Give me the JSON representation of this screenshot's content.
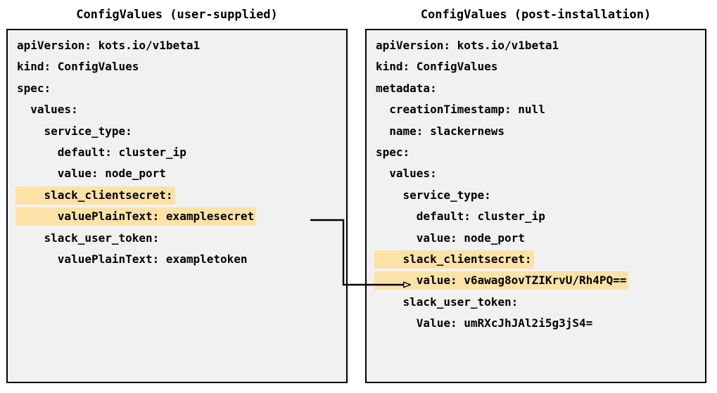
{
  "panels": {
    "left": {
      "title": "ConfigValues (user-supplied)",
      "lines": [
        {
          "text": "apiVersion: kots.io/v1beta1",
          "highlight": false
        },
        {
          "text": "kind: ConfigValues",
          "highlight": false
        },
        {
          "text": "spec:",
          "highlight": false
        },
        {
          "text": "  values:",
          "highlight": false
        },
        {
          "text": "    service_type:",
          "highlight": false
        },
        {
          "text": "      default: cluster_ip",
          "highlight": false
        },
        {
          "text": "      value: node_port",
          "highlight": false
        },
        {
          "text": "    slack_clientsecret:",
          "highlight": true
        },
        {
          "text": "      valuePlainText: examplesecret",
          "highlight": true
        },
        {
          "text": "    slack_user_token:",
          "highlight": false
        },
        {
          "text": "      valuePlainText: exampletoken",
          "highlight": false
        }
      ]
    },
    "right": {
      "title": "ConfigValues (post-installation)",
      "lines": [
        {
          "text": "apiVersion: kots.io/v1beta1",
          "highlight": false
        },
        {
          "text": "kind: ConfigValues",
          "highlight": false
        },
        {
          "text": "metadata:",
          "highlight": false
        },
        {
          "text": "  creationTimestamp: null",
          "highlight": false
        },
        {
          "text": "  name: slackernews",
          "highlight": false
        },
        {
          "text": "spec:",
          "highlight": false
        },
        {
          "text": "  values:",
          "highlight": false
        },
        {
          "text": "    service_type:",
          "highlight": false
        },
        {
          "text": "      default: cluster_ip",
          "highlight": false
        },
        {
          "text": "      value: node_port",
          "highlight": false
        },
        {
          "text": "    slack_clientsecret:",
          "highlight": true
        },
        {
          "text": "      value: v6awag8ovTZIKrvU/Rh4PQ==",
          "highlight": true
        },
        {
          "text": "    slack_user_token:",
          "highlight": false
        },
        {
          "text": "      Value: umRXcJhJAl2i5g3jS4=",
          "highlight": false
        }
      ]
    }
  },
  "connector": {
    "label": "encryption-flow-arrow",
    "from": "examplesecret",
    "to": "v6awag8ovTZIKrvU/Rh4PQ==",
    "color": "#000000"
  },
  "colors": {
    "highlight": "#FCE2A6",
    "panel_background": "#F1F1F1",
    "border": "#000000",
    "text": "#000000",
    "page_background": "#FFFFFF"
  }
}
